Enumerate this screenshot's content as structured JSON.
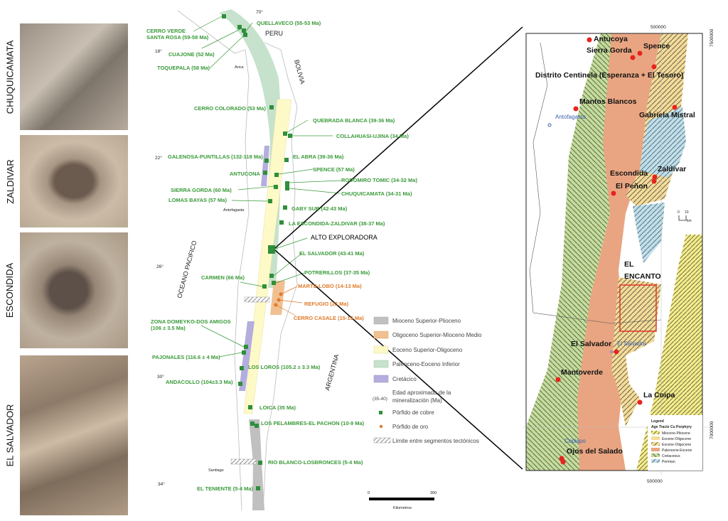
{
  "photos": [
    {
      "label": "CHUQUICAMATA"
    },
    {
      "label": "ZALDIVAR"
    },
    {
      "label": "ESCONDIDA"
    },
    {
      "label": "EL SALVADOR"
    }
  ],
  "overview_map": {
    "latitudes": [
      "18°",
      "22°",
      "26°",
      "30°",
      "34°"
    ],
    "longitude": "70°",
    "countries": [
      "PERU",
      "BOLIVIA",
      "ARGENTINA",
      "OCEANO PACIFICO"
    ],
    "cities": [
      "Arica",
      "Antofagasta",
      "Santiago"
    ],
    "deposits": [
      "QUELLAVECO (55-53 Ma)",
      "CERRO VERDE",
      "SANTA ROSA (59-58 Ma)",
      "CUAJONE (52 Ma)",
      "TOQUEPALA (58 Ma)",
      "CERRO COLORADO (53 Ma)",
      "QUEBRADA BLANCA (39-36 Ma)",
      "COLLAHUASI-UJINA (34 Ma)",
      "GALENOSA-PUNTILLAS (132-118 Ma)",
      "EL ABRA (39-36 Ma)",
      "ANTUCONA",
      "SPENCE (57 Ma)",
      "RODOMIRO TOMIC (34-32 Ma)",
      "SIERRA GORDA (60 Ma)",
      "CHUQUICAMATA (34-31 Ma)",
      "LOMAS BAYAS (57 Ma)",
      "GABY SUR (42-43 Ma)",
      "LA ESCONDIDA-ZALDIVAR (38-37 Ma)",
      "ALTO EXPLORADORA",
      "EL SALVADOR (43-41 Ma)",
      "POTRERILLOS (37-35 Ma)",
      "CARMEN (66 Ma)",
      "ZONA DOMEYKO-DOS AMIGOS",
      "(106 ± 3.5 Ma)",
      "PAJONALES (116.6 ± 4 Ma)",
      "LOS LOROS (105.2 ± 3.3 Ma)",
      "ANDACOLLO (104±3.3 Ma)",
      "LOICA (35 Ma)",
      "LOS PELAMBRES-EL PACHON (10-9 Ma)",
      "RIO BLANCO-LOSBRONCES (5-4 Ma)",
      "EL TENIENTE (5-4 Ma)"
    ],
    "gold_deposits": [
      "MARTE-LOBO (14-13 Ma)",
      "REFUGIO (23 Ma)",
      "CERRO CASALE (15-13 Ma)"
    ],
    "legend": [
      "Mioceno Superior-Plioceno",
      "Oligoceno Superior-Mioceno Medio",
      "Eoceno Superior-Oligoceno",
      "Paleoceno-Eoceno Inferior",
      "Cretácico",
      "(35-40)",
      "Edad aproximada de la",
      "mineralización (Ma)",
      "Pórfido de cobre",
      "Pórfido de oro",
      "Límite entre segmentos tectónicos"
    ],
    "legend_colors": [
      "#c0c0c0",
      "#f0c090",
      "#fdfac8",
      "#c6e2cc",
      "#b4aede"
    ],
    "scale": {
      "min": "0",
      "max": "300",
      "unit": "Kilometros"
    }
  },
  "detail_map": {
    "coords": [
      "500000",
      "500000",
      "7500000",
      "7000000"
    ],
    "deposits": [
      "Antucoya",
      "Sierra Gorda",
      "Spence",
      "Distrito Centinela (Esperanza + El Tesoro)",
      "Mantos Blancos",
      "Gabriela Mistral",
      "Escondida",
      "Zaldivar",
      "El Peñon",
      "EL",
      "ENCANTO",
      "El Salvador",
      "Mantoverde",
      "La Coipa",
      "Ojos del Salado"
    ],
    "cities": [
      "Antofagasta",
      "El Salvador",
      "Copiapo"
    ],
    "scale": [
      "0",
      "10",
      "km"
    ],
    "legend": {
      "title": "Legend",
      "subtitle": "Age Tracts Cu Porphyry",
      "items": [
        "Miocene-Pliocene",
        "Eocene-Oligocene",
        "Eocene-Oligocene",
        "Paleocene-Eocene",
        "Cretaceous",
        "Permian"
      ]
    }
  }
}
